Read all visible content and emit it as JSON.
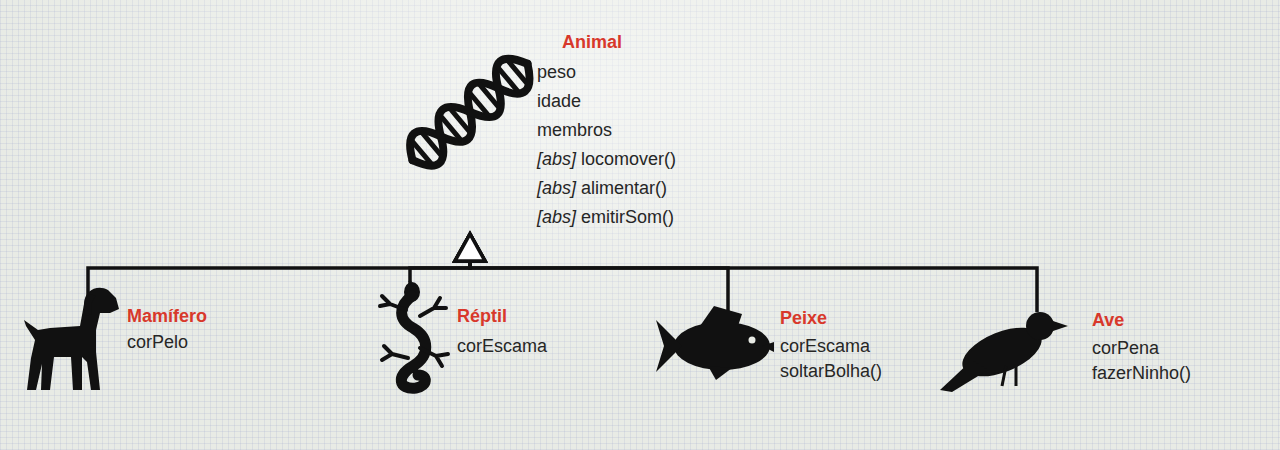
{
  "diagram": {
    "nodes": [
      {
        "text": [
          "Animal",
          "peso",
          "idade",
          "membros",
          "[abs] locomover()",
          "[abs] alimentar()",
          "[abs] emitirSom()"
        ]
      },
      {
        "text": [
          "Mamífero",
          "corPelo"
        ]
      },
      {
        "text": [
          "Réptil",
          "corEscama"
        ]
      },
      {
        "text": [
          "Peixe",
          "corEscama",
          "soltarBolha()"
        ]
      },
      {
        "text": [
          "Ave",
          "corPena",
          "fazerNinho()"
        ]
      }
    ],
    "edges": [
      {
        "from": 1,
        "to": 0,
        "arrow": "to"
      },
      {
        "from": 2,
        "to": 0,
        "arrow": "to"
      },
      {
        "from": 3,
        "to": 0,
        "arrow": "to"
      },
      {
        "from": 4,
        "to": 0,
        "arrow": "to"
      }
    ]
  }
}
